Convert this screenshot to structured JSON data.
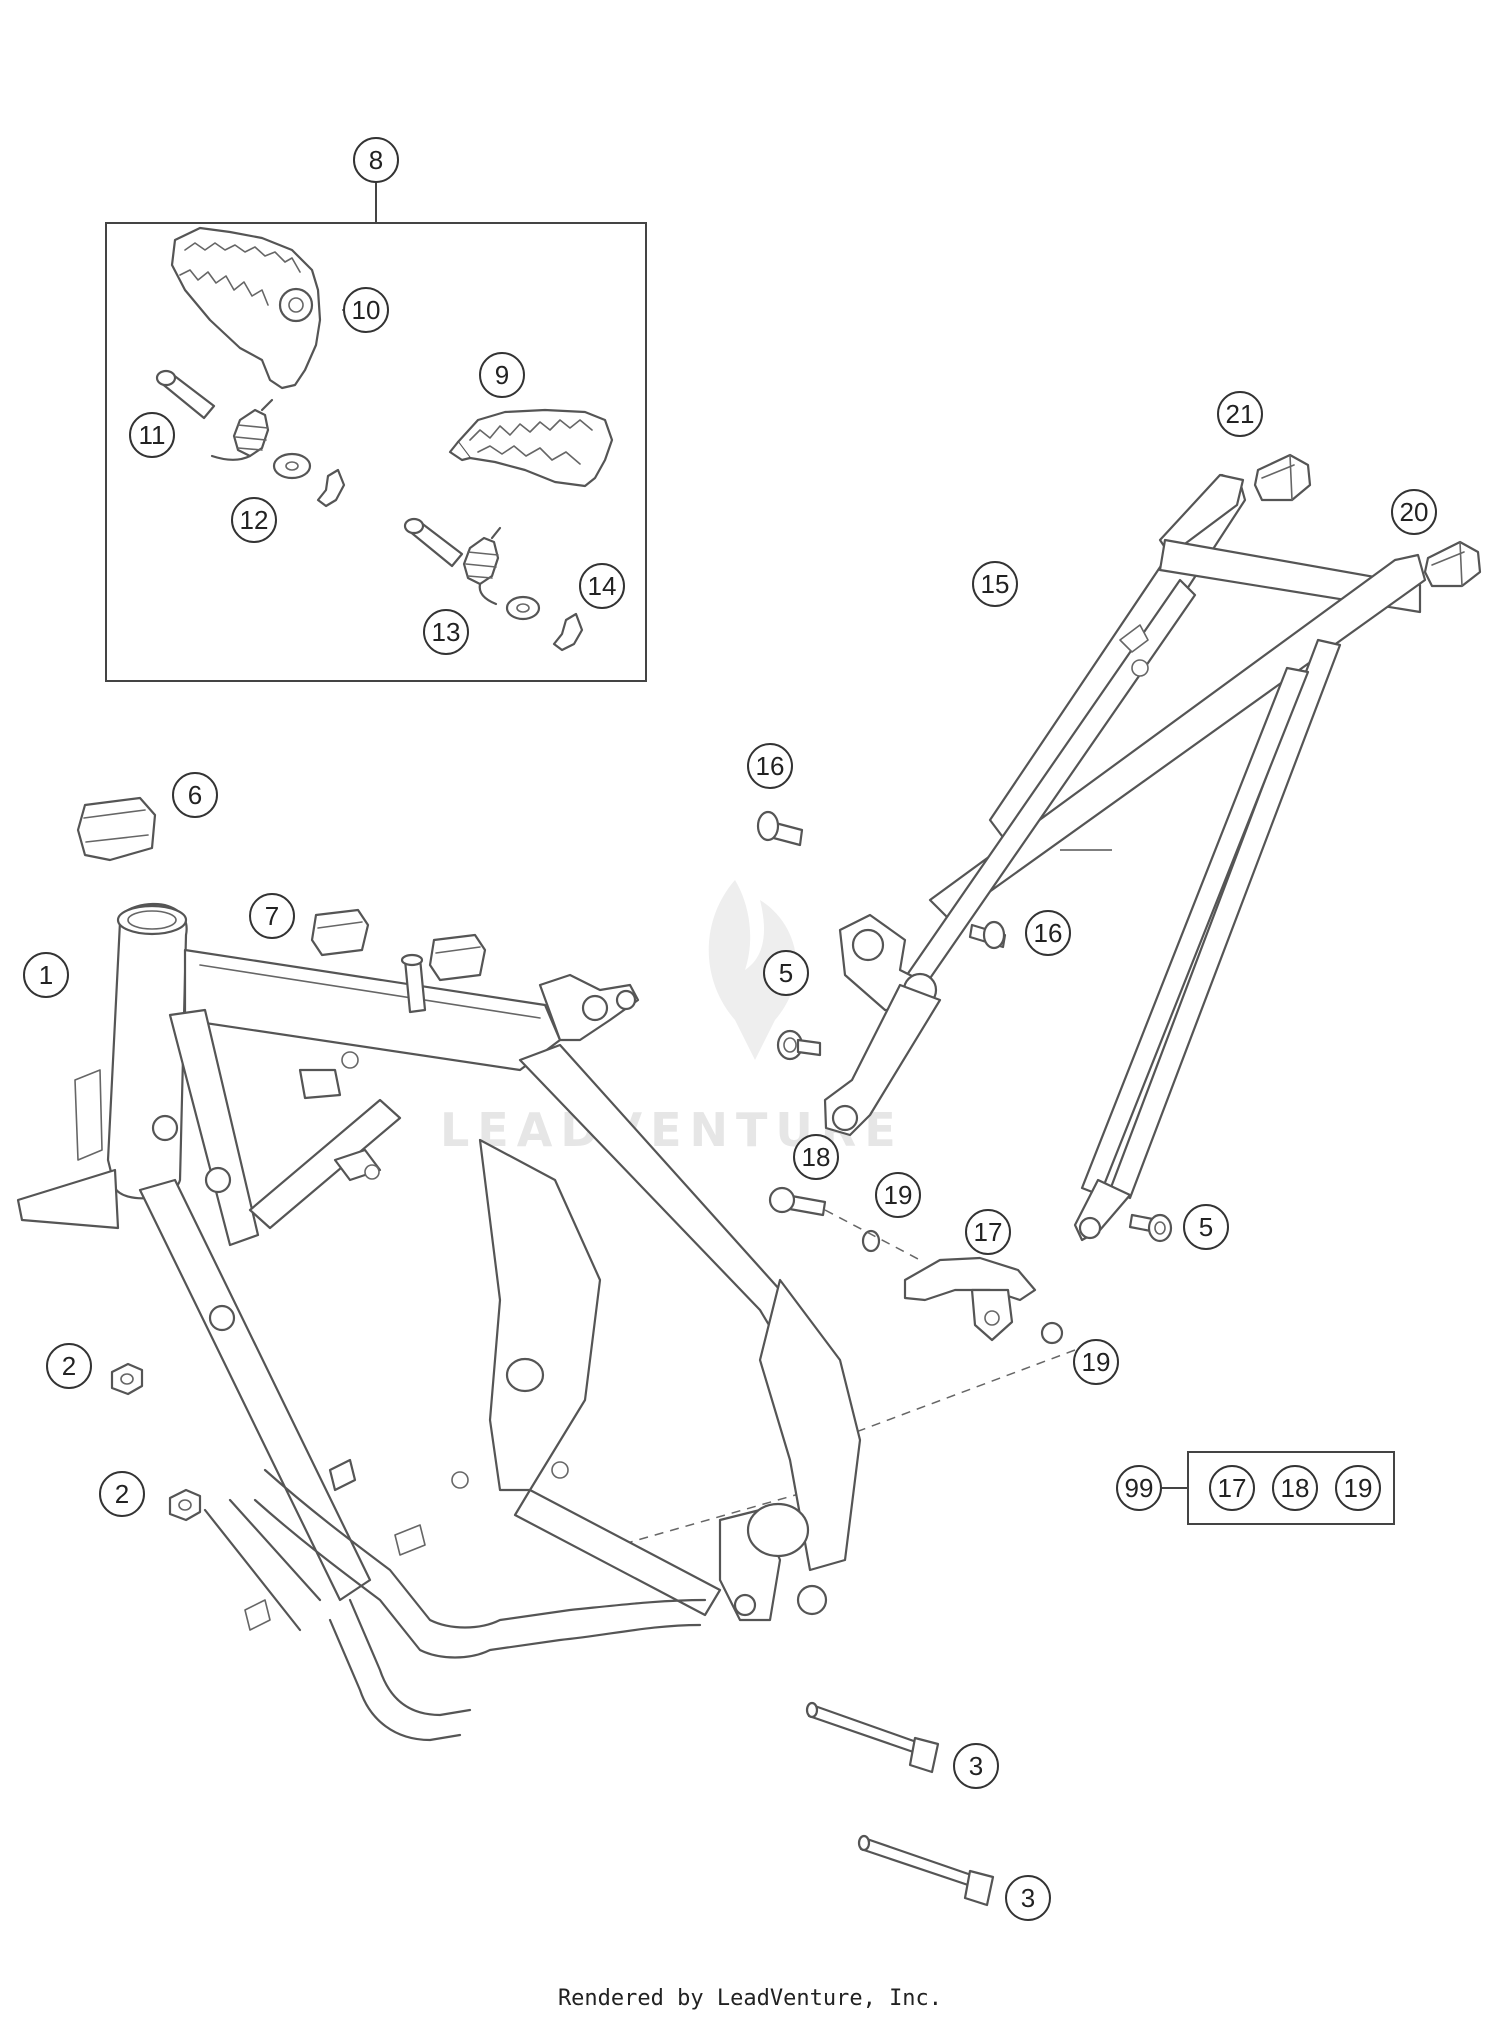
{
  "watermark": "LEADVENTURE",
  "footer": "Rendered by LeadVenture, Inc.",
  "callouts": [
    {
      "label": "8",
      "name": "callout-8"
    },
    {
      "label": "10",
      "name": "callout-10"
    },
    {
      "label": "11",
      "name": "callout-11"
    },
    {
      "label": "9",
      "name": "callout-9"
    },
    {
      "label": "12",
      "name": "callout-12"
    },
    {
      "label": "13",
      "name": "callout-13"
    },
    {
      "label": "14",
      "name": "callout-14"
    },
    {
      "label": "21",
      "name": "callout-21"
    },
    {
      "label": "20",
      "name": "callout-20"
    },
    {
      "label": "15",
      "name": "callout-15"
    },
    {
      "label": "16",
      "name": "callout-16-top"
    },
    {
      "label": "16",
      "name": "callout-16-bottom"
    },
    {
      "label": "6",
      "name": "callout-6"
    },
    {
      "label": "7",
      "name": "callout-7"
    },
    {
      "label": "1",
      "name": "callout-1"
    },
    {
      "label": "5",
      "name": "callout-5-top"
    },
    {
      "label": "18",
      "name": "callout-18"
    },
    {
      "label": "19",
      "name": "callout-19-top"
    },
    {
      "label": "17",
      "name": "callout-17"
    },
    {
      "label": "5",
      "name": "callout-5-bottom"
    },
    {
      "label": "19",
      "name": "callout-19-bottom"
    },
    {
      "label": "2",
      "name": "callout-2-top"
    },
    {
      "label": "2",
      "name": "callout-2-bottom"
    },
    {
      "label": "99",
      "name": "callout-99"
    },
    {
      "label": "17",
      "name": "callout-kit-17"
    },
    {
      "label": "18",
      "name": "callout-kit-18"
    },
    {
      "label": "19",
      "name": "callout-kit-19"
    },
    {
      "label": "3",
      "name": "callout-3-top"
    },
    {
      "label": "3",
      "name": "callout-3-bottom"
    }
  ]
}
